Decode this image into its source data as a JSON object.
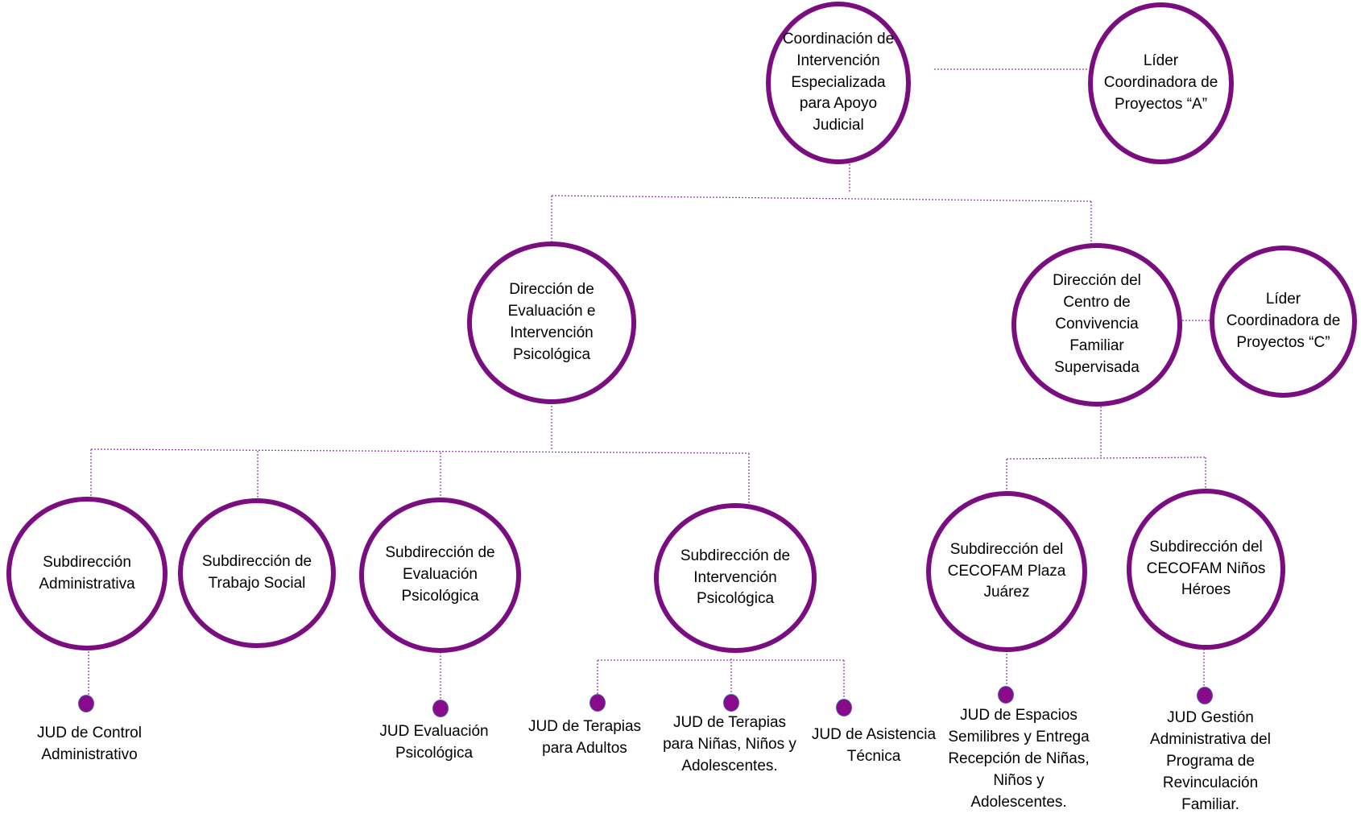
{
  "colors": {
    "circle_border": "#7a0e80",
    "dot_fill": "#8a0a8c",
    "dot_border": "#4a5fb0",
    "connector": "#9a3fb0"
  },
  "nodes": {
    "coordinacion": [
      "Coordinación de",
      "Intervención",
      "Especializada",
      "para Apoyo",
      "Judicial"
    ],
    "lider_a": [
      "Líder",
      "Coordinadora de",
      "Proyectos “A”"
    ],
    "dir_evaluacion": [
      "Dirección de",
      "Evaluación e",
      "Intervención",
      "Psicológica"
    ],
    "dir_centro": [
      "Dirección del",
      "Centro de",
      "Convivencia",
      "Familiar",
      "Supervisada"
    ],
    "lider_c": [
      "Líder",
      "Coordinadora de",
      "Proyectos “C”"
    ],
    "sub_administrativa": [
      "Subdirección",
      "Administrativa"
    ],
    "sub_trabajo_social": [
      "Subdirección de",
      "Trabajo Social"
    ],
    "sub_evaluacion_psicologica": [
      "Subdirección de",
      "Evaluación",
      "Psicológica"
    ],
    "sub_intervencion_psicologica": [
      "Subdirección de",
      "Intervención",
      "Psicológica"
    ],
    "sub_cecofam_plaza_juarez": [
      "Subdirección del",
      "CECOFAM Plaza",
      "Juárez"
    ],
    "sub_cecofam_ninos_heroes": [
      "Subdirección del",
      "CECOFAM Niños",
      "Héroes"
    ]
  },
  "leaves": {
    "jud_control_administrativo": [
      "JUD de Control",
      "Administrativo"
    ],
    "jud_evaluacion_psicologica": [
      "JUD Evaluación",
      "Psicológica"
    ],
    "jud_terapias_adultos": [
      "JUD de Terapias",
      "para Adultos"
    ],
    "jud_terapias_ninos": [
      "JUD de Terapias",
      "para Niñas, Niños y",
      "Adolescentes."
    ],
    "jud_asistencia_tecnica": [
      "JUD de Asistencia",
      "Técnica"
    ],
    "jud_espacios_semilibres": [
      "JUD de Espacios",
      "Semilibres y Entrega",
      "Recepción de Niñas,",
      "Niños y",
      "Adolescentes."
    ],
    "jud_gestion_revinculacion": [
      "JUD Gestión",
      "Administrativa del",
      "Programa de",
      "Revinculación",
      "Familiar."
    ]
  }
}
